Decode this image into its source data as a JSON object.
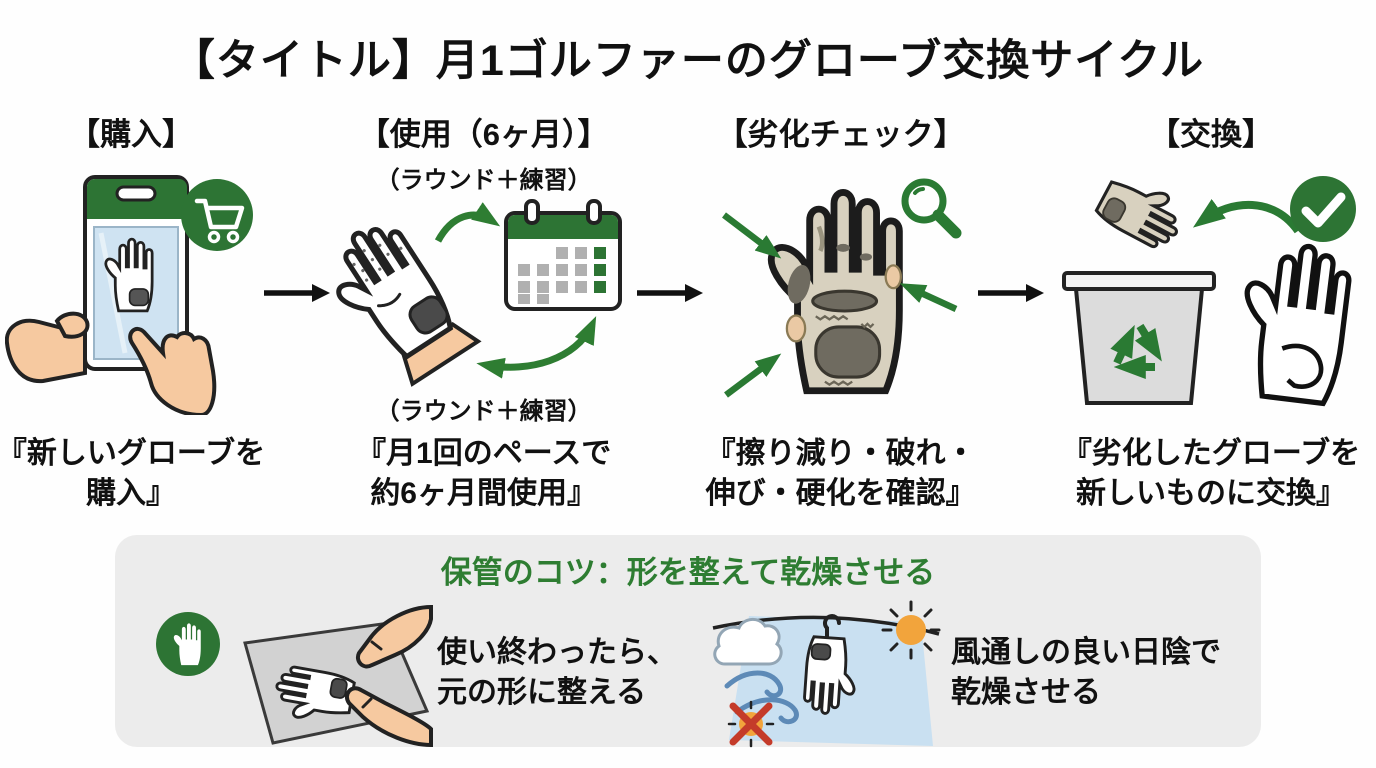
{
  "title": "【タイトル】月1ゴルファーのグローブ交換サイクル",
  "steps": [
    {
      "id": "purchase",
      "header": "【購入】",
      "caption_lines": [
        "『新しいグローブを",
        "購入』"
      ],
      "badge_icon": "cart-icon"
    },
    {
      "id": "use",
      "header": "【使用（6ヶ月）】",
      "note_top": "（ラウンド＋練習）",
      "note_bottom": "（ラウンド＋練習）",
      "caption_lines": [
        "『月1回のペースで",
        "約6ヶ月間使用』"
      ],
      "icons": [
        "glove-icon",
        "calendar-icon",
        "cycle-arrows-icon"
      ]
    },
    {
      "id": "check",
      "header": "【劣化チェック】",
      "caption_lines": [
        "『擦り減り・破れ・",
        "伸び・硬化を確認』"
      ],
      "icons": [
        "worn-glove-icon",
        "wear-point-arrow-icon",
        "magnifier-icon"
      ]
    },
    {
      "id": "replace",
      "header": "【交換】",
      "caption_lines": [
        "『劣化したグローブを",
        "新しいものに交換』"
      ],
      "icons": [
        "old-glove-icon",
        "recycle-bin-icon",
        "new-glove-icon",
        "checkmark-icon"
      ]
    }
  ],
  "storage": {
    "title": "保管のコツ：形を整えて乾燥させる",
    "tips": [
      {
        "lines": [
          "使い終わったら、",
          "元の形に整える"
        ],
        "icons": [
          "glove-badge-icon",
          "flatten-glove-illustration"
        ]
      },
      {
        "lines": [
          "風通しの良い日陰で",
          "乾燥させる"
        ],
        "icons": [
          "cloud-icon",
          "wind-icon",
          "hanging-glove-icon",
          "sun-icon",
          "no-direct-sunlight-icon"
        ]
      }
    ]
  },
  "colors": {
    "accent_green": "#2e7d32",
    "badge_green": "#2d7434",
    "text_black": "#111111",
    "storage_box_bg": "#ececec",
    "package_window_blue": "#cfe3f2",
    "sky_panel_blue": "#c9e0f1",
    "sun_orange": "#f2a43c",
    "warning_red": "#c43b2a",
    "worn_glove_tan": "#d8d1bf",
    "skin_tone": "#f6c9a0",
    "bin_gray": "#dcdcdc"
  }
}
